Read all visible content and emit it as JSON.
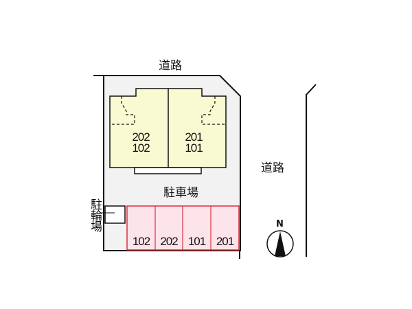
{
  "labels": {
    "road_top": "道路",
    "road_right": "道路",
    "parking": "駐車場",
    "bicycle_parking": "駐輪場",
    "north": "N"
  },
  "building": {
    "left_unit": {
      "upper": "202",
      "lower": "102"
    },
    "right_unit": {
      "upper": "201",
      "lower": "101"
    }
  },
  "parking_spaces": [
    "102",
    "202",
    "101",
    "201"
  ],
  "colors": {
    "building_fill": "#fafad2",
    "lot_fill": "#f2f2f2",
    "parking_fill": "#fde3ea",
    "parking_border": "#d9303a"
  }
}
